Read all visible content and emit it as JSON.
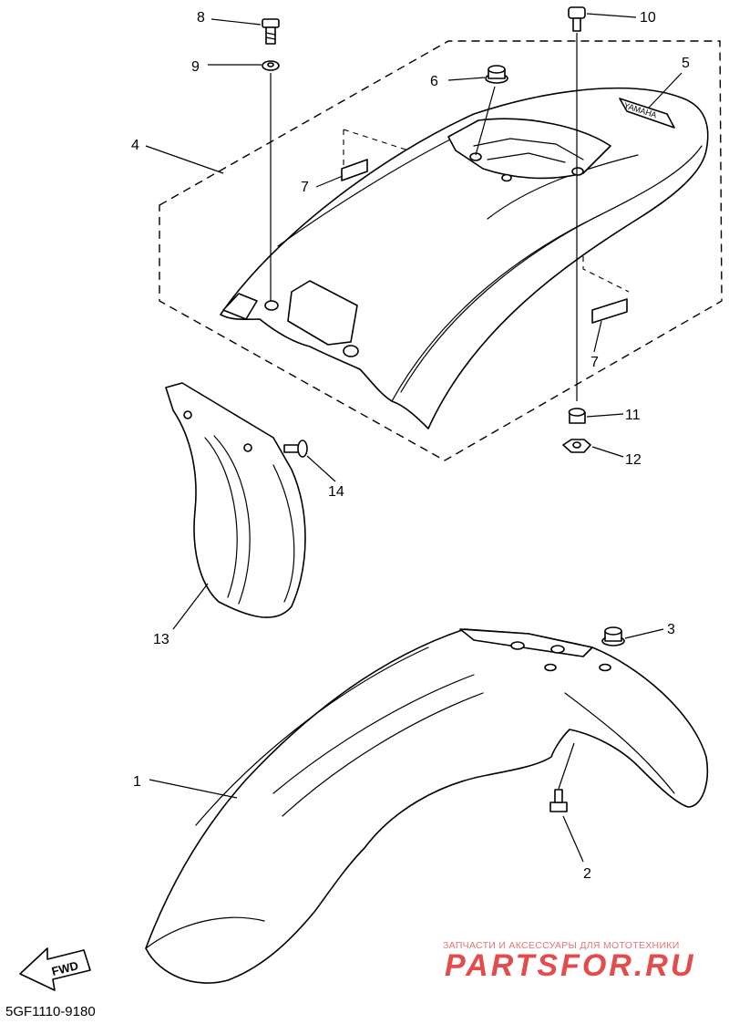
{
  "diagram_code": "5GF1110-9180",
  "callouts": [
    "1",
    "2",
    "3",
    "4",
    "5",
    "6",
    "7",
    "7",
    "8",
    "9",
    "10",
    "11",
    "12",
    "13",
    "14"
  ],
  "fender_emblem": "YAMAHA",
  "direction_arrow": "FWD",
  "watermark": {
    "line1": "ЗАПЧАСТИ И АКСЕССУАРЫ ДЛЯ МОТОТЕХНИКИ",
    "line2": "PARTSFOR.RU",
    "color": "#e64b4b"
  }
}
